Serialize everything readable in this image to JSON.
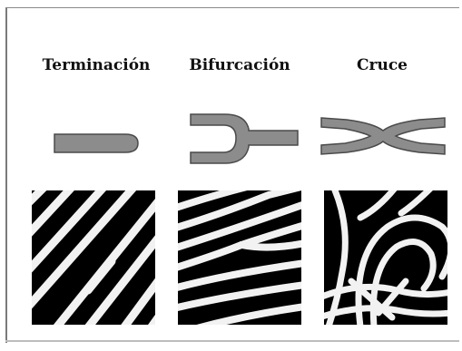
{
  "figure": {
    "columns": [
      {
        "title": "Terminación",
        "shape_icon": "ridge-ending-icon",
        "pattern": "fingerprint-ridge-ending"
      },
      {
        "title": "Bifurcación",
        "shape_icon": "ridge-bifurcation-icon",
        "pattern": "fingerprint-ridge-bifurcation"
      },
      {
        "title": "Cruce",
        "shape_icon": "ridge-crossing-icon",
        "pattern": "fingerprint-ridge-crossing"
      }
    ],
    "colors": {
      "shape_fill": "#8c8c8c",
      "shape_stroke": "#4a4a4a",
      "ridge_light": "#f2f2f2",
      "ridge_dark": "#000000"
    }
  }
}
